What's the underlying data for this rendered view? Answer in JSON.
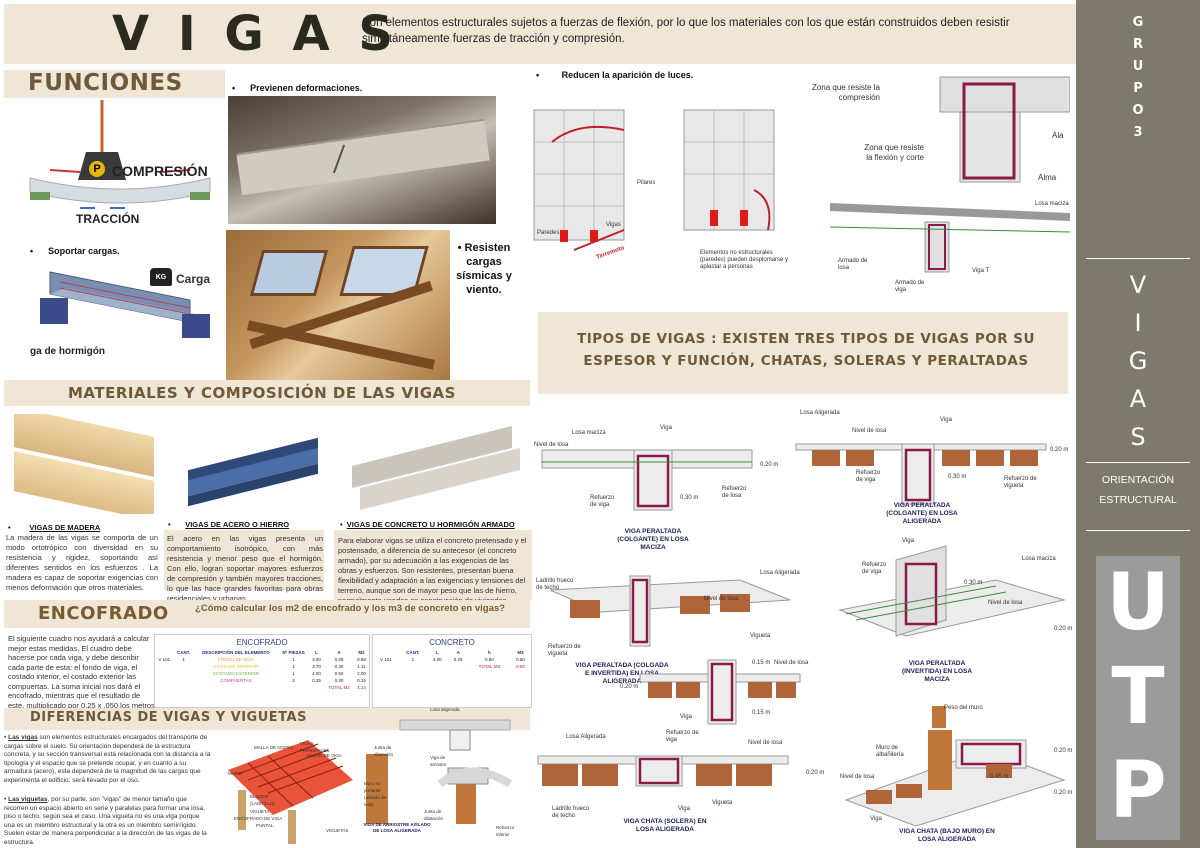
{
  "header": {
    "title": "V I G A S",
    "description": "Son elementos estructurales sujetos a fuerzas de flexión, por lo que los materiales con los que están construidos deben resistir simultáneamente fuerzas de tracción y compresión."
  },
  "funciones": {
    "title": "FUNCIONES",
    "compresion_label": "COMPRESIÓN",
    "traccion_label": "TRACCIÓN",
    "soportar_bullet": "Soportar cargas.",
    "carga_label": "Carga",
    "kg_label": "KG",
    "hormigon_label": "ga de hormigón",
    "previenen_bullet": "Previenen deformaciones.",
    "resisten_bullet": "Resisten cargas sísmicas y viento.",
    "luces_bullet": "Reducen la aparición de luces.",
    "pilares_label": "Pilares",
    "paredes_label": "Paredes",
    "vigas_label": "Vigas",
    "terremoto_label": "Terremoto",
    "elementos_note": "Elementos no estructurales (paredes) pueden desplomarse y aplastar a personas",
    "zona_compresion": "Zona que resiste la compresión",
    "zona_flexion": "Zona que resiste la flexión y corte",
    "ala_label": "Ala",
    "alma_label": "Alma",
    "losa_maciza": "Losa maciza",
    "armado_losa": "Armado de losa",
    "viga_t": "Viga T",
    "armado_viga": "Armado de viga"
  },
  "tipos": {
    "title": "TIPOS DE VIGAS : EXISTEN TRES TIPOS DE VIGAS POR SU ESPESOR Y FUNCIÓN, CHATAS, SOLERAS Y PERALTADAS"
  },
  "materiales": {
    "title": "MATERIALES Y COMPOSICIÓN DE LAS VIGAS",
    "madera_title": "VIGAS DE MADERA",
    "madera_text": "La madera de las vigas se comporta de un modo ortotrópico con diversidad en su resistencia y rigidez, soportando así diferentes sentidos en los esfuerzos . La madera es capaz de soportar exigencias con menos deformación que otros materiales.",
    "acero_title": "VIGAS DE ACERO O HIERRO",
    "acero_text": "El acero en las vigas presenta un comportamiento isotrópico, con más resistencia y menor peso que el hormigón. Con ello, logran soportar mayores esfuerzos de compresión y también mayores tracciones, lo que las hace grandes favoritas para obras residenciales y urbanas.",
    "concreto_title": "VIGAS DE CONCRETO U HORMIGÓN ARMADO",
    "concreto_text": "Para elaborar vigas se utiliza el concreto pretensado y el postensado, a diferencia de su antecesor (el concreto armado), por su adecuación a las exigencias de las obras y esfuerzos. Son resistentes, presentan buena flexibilidad y adaptación a las exigencias y tensiones del terreno, aunque son de mayor peso que las de hierro, normalmente usadas en construcción de viviendas."
  },
  "encofrado": {
    "title": "ENCOFRADO",
    "question": "¿Cómo calcular los m2 de encofrado y los m3 de concreto en vigas?",
    "text": "El siguiente cuadro nos ayudará a calcular mejor estas medidas. El cuadro debe hacerse por cada viga, y debe describir cada parte de esta: el fondo de viga, el costado interior, el costado exterior las compuertas. La suma inicial nos dará el encofrado, mientras que el resultado de este, multiplicado por 0.25 x .050 los metros cúbicos de concreto.",
    "table1_title": "ENCOFRADO",
    "table1_headers": [
      "",
      "CANT.",
      "DESCRIPCIÓN DEL ELEMENTO",
      "Nº PIEZAS",
      "L",
      "A",
      "M2"
    ],
    "table1_rows": [
      [
        "V 101",
        "1",
        "FONDO DE VIGA",
        "1",
        "3.50",
        "0.25",
        "0.88"
      ],
      [
        "",
        "",
        "COSTADO INTERIOR",
        "1",
        "3.70",
        "0.30",
        "1.11"
      ],
      [
        "",
        "",
        "COSTADO EXTERIOR",
        "1",
        "4.00",
        "0.50",
        "2.00"
      ],
      [
        "",
        "",
        "COMPUERTAS",
        "2",
        "0.25",
        "0.30",
        "0.15"
      ]
    ],
    "table1_total_label": "TOTAL M2",
    "table1_total": "4.14",
    "table2_title": "CONCRETO",
    "table2_headers": [
      "",
      "CANT.",
      "L",
      "A",
      "h",
      "M3"
    ],
    "table2_rows": [
      [
        "V 101",
        "1",
        "4.00",
        "0.25",
        "0.50",
        "0.50"
      ]
    ],
    "table2_total_label": "TOTAL M3",
    "table2_total": "0.50"
  },
  "diferencias": {
    "title": "DIFERENCIAS DE VIGAS Y VIGUETAS",
    "vigas_term": "Las vigas",
    "vigas_text": " son elementos estructurales encargados del transporte de cargas sobre el suelo. Su orientación dependerá de la estructura concreta, y su sección transversal está relacionada con la distancia a la tipología y el espacio que se pretende ocupar, y en cuanto a su armadura (acero), esta dependerá de la magnitud de las cargas que experimenta el edificio. será llevado por el oso.",
    "viguetas_term": "Las viguetas",
    "viguetas_text": ", por su parte, son \"vigas\" de menor tamaño que recorren un espacio abierto en serie y paralelas para formar una losa, piso o techo, según sea el caso. Una vigueta no es una viga porque una es un miembro estructural y la otra es un miembro semirrígido. Suelen estar de manera perpendicular a la dirección de las vigas de la estructura.",
    "diagram_labels": [
      "MALLA DE ACERO",
      "VIGAS PRINCIPALES",
      "ANCHO DE VIGA",
      "MURO",
      "BLOQUE (LADRILLO)",
      "VIGUETA",
      "ENCOFRADO DE VIGA",
      "PUNTAL",
      "VIGUETAS",
      "Losa aligerada",
      "Junta de dilatación",
      "Muro no portante (aislado de losa)",
      "Viga de arriostre",
      "Junta de dilatación",
      "Refuerzo inferior",
      "VIGA DE ARRIOSTRE AISLADO DE LOSA ALIGERADA"
    ]
  },
  "diagrams": {
    "peraltada_maciza": "VIGA PERALTADA (COLGANTE) EN LOSA MACIZA",
    "peraltada_aligerada": "VIGA PERALTADA (COLGANTE) EN LOSA ALIGERADA",
    "peraltada_invertida_aligerada": "VIGA PERALTADA (COLGADA E INVERTIDA) EN LOSA ALIGERADA",
    "peraltada_invertida_maciza": "VIGA PERALTADA (INVERTIDA) EN LOSA MACIZA",
    "chata_solera": "VIGA CHATA (SOLERA) EN LOSA ALIGERADA",
    "chata_bajo_muro": "VIGA CHATA (BAJO MURO) EN LOSA ALIGERADA",
    "labels": {
      "losa_maciza": "Losa maciza",
      "viga": "Viga",
      "nivel_losa": "Nivel de losa",
      "refuerzo_viga": "Refuerzo de viga",
      "refuerzo_losa": "Refuerzo de losa",
      "refuerzo_vigueta": "Refuerzo de vigueta",
      "losa_aligerada": "Losa Aligerada",
      "ladrillo_hueco": "Ladrillo hueco de techo",
      "vigueta": "Vigueta",
      "peso_muro": "Peso del muro",
      "muro_albanileria": "Muro de albañilería",
      "dim_020": "0.20 m",
      "dim_030": "0.30 m",
      "dim_015": "0.15 m",
      "dim_045": "0.45 m"
    }
  },
  "sidebar": {
    "grupo": [
      "G",
      "R",
      "U",
      "P",
      "O",
      "3"
    ],
    "vigas": [
      "V",
      "I",
      "G",
      "A",
      "S"
    ],
    "subtitle1": "ORIENTACIÓN",
    "subtitle2": "ESTRUCTURAL",
    "logo": [
      "U",
      "T",
      "P"
    ]
  },
  "colors": {
    "band": "#efe6d6",
    "title": "#6e5a3a",
    "sidebar": "#7d7a6c",
    "accent_red": "#7a1414",
    "navy": "#1b1b5a"
  }
}
